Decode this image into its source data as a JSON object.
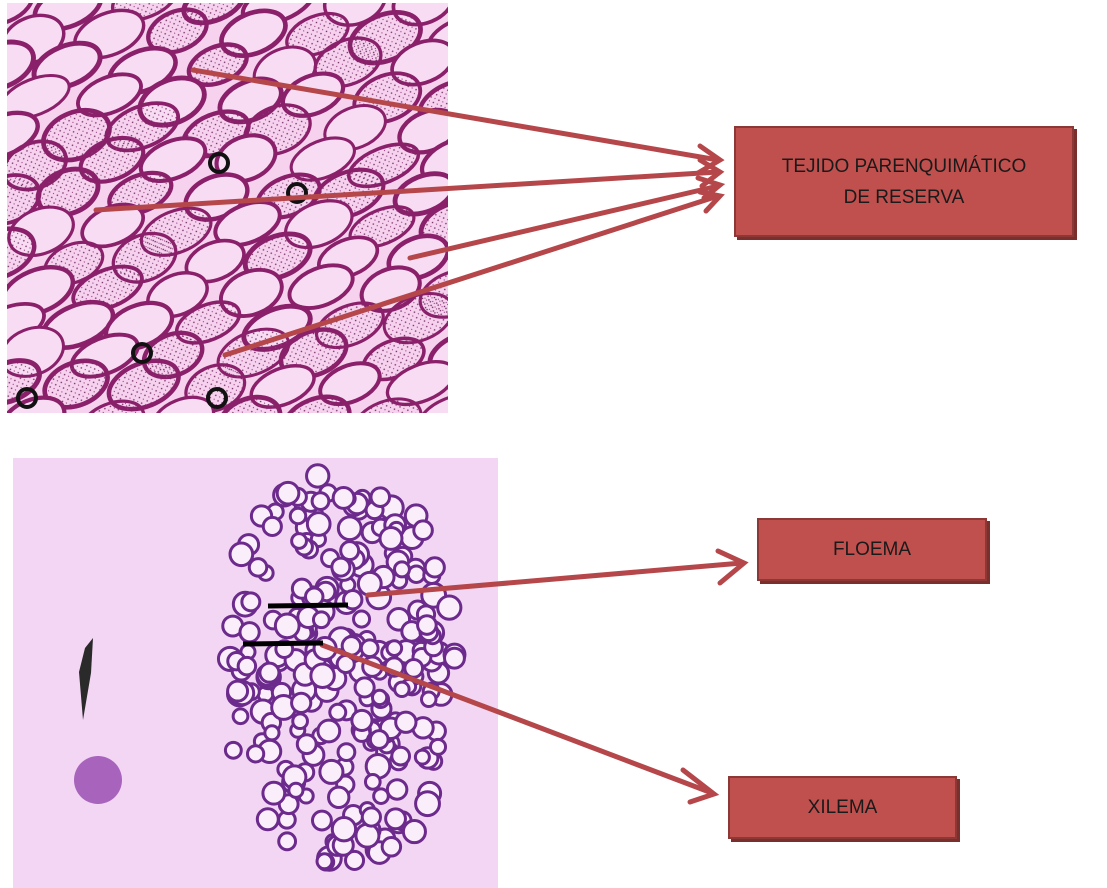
{
  "labels": {
    "tejido_line1": "TEJIDO PARENQUIMÁTICO",
    "tejido_line2": "DE RESERVA",
    "floema": "FLOEMA",
    "xilema": "XILEMA"
  },
  "colors": {
    "label_fill": "#c0504d",
    "label_border": "#8c3836",
    "arrow": "#b5474a",
    "marker_bar": "#000000",
    "stain_pink": "#f3c3ec",
    "stain_magenta": "#7a1a5c",
    "stain_violet": "#6b2a8c",
    "background_lilac": "#f2d6f3"
  }
}
